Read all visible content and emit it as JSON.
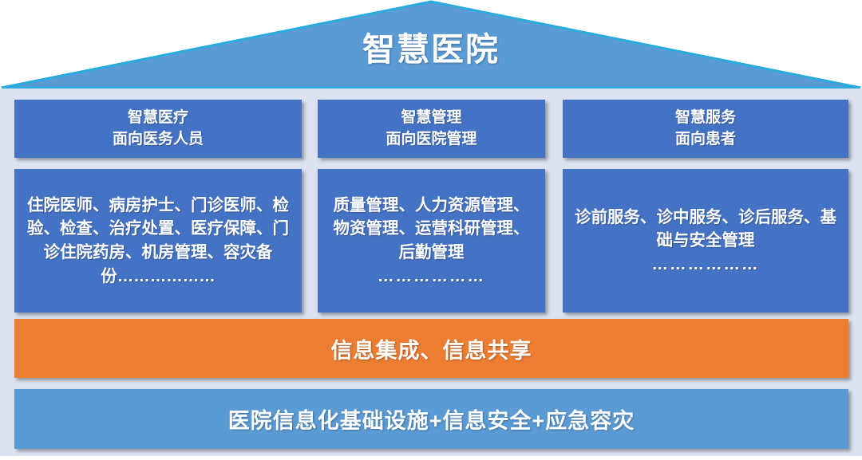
{
  "roof": {
    "title": "智慧医院",
    "fill_color": "#5B9BD5",
    "outline_color": "#29ABE2"
  },
  "panel": {
    "background_color": "#DCE2F0"
  },
  "columns": [
    {
      "header_title": "智慧医疗",
      "header_subtitle": "面向医务人员",
      "body_text": "住院医师、病房护士、门诊医师、检验、检查、治疗处置、医疗保障、门诊住院药房、机房管理、容灾备份………………",
      "body_dots": "",
      "box_color": "#4472C4"
    },
    {
      "header_title": "智慧管理",
      "header_subtitle": "面向医院管理",
      "body_text": "质量管理、人力资源管理、物资管理、运营科研管理、后勤管理",
      "body_dots": "………………",
      "box_color": "#4472C4"
    },
    {
      "header_title": "智慧服务",
      "header_subtitle": "面向患者",
      "body_text": "诊前服务、诊中服务、诊后服务、基础与安全管理",
      "body_dots": "………………",
      "box_color": "#4472C4"
    }
  ],
  "bars": {
    "integration": {
      "label": "信息集成、信息共享",
      "color": "#ED7D31"
    },
    "infrastructure": {
      "label": "医院信息化基础设施+信息安全+应急容灾",
      "color": "#5B9BD5"
    }
  }
}
